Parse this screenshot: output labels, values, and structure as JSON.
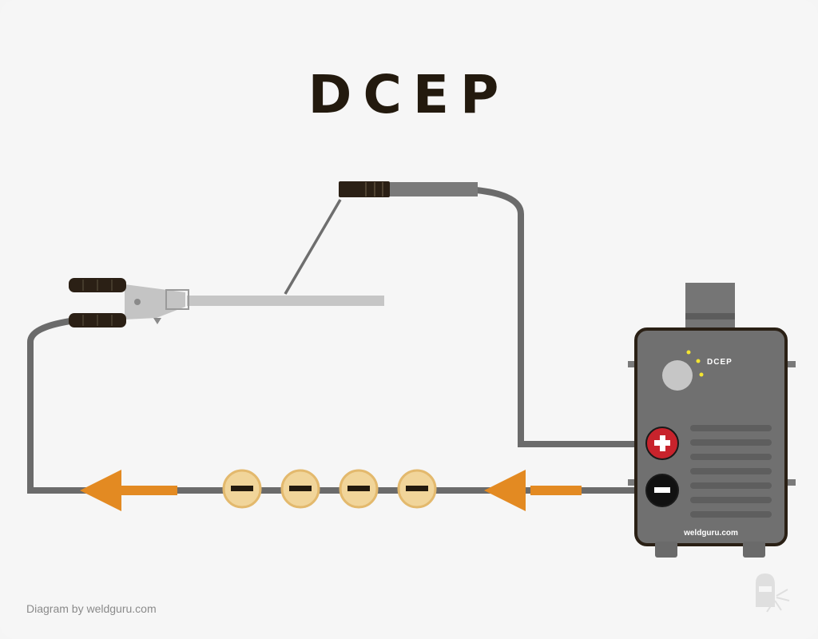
{
  "title": "DCEP",
  "machine": {
    "mode_label": "DCEP",
    "brand_label": "weldguru.com"
  },
  "credit": "Diagram by weldguru.com",
  "terminals": {
    "positive_symbol": "+",
    "negative_symbol": "−"
  },
  "electron_count": 4,
  "arrow_direction": "left",
  "colors": {
    "cable": "#6b6b6b",
    "arrow": "#e38a22",
    "electron_fill": "#f1d59a",
    "electron_stroke": "#e3b96d",
    "positive_terminal": "#c8232c",
    "negative_terminal": "#111111",
    "machine_body": "#707070",
    "machine_outline": "#2a2015",
    "clamp_grip": "#2b2015",
    "rod": "#c4c4c4",
    "indicator": "#f3e431"
  },
  "icons": [
    "welding-helmet-icon"
  ]
}
